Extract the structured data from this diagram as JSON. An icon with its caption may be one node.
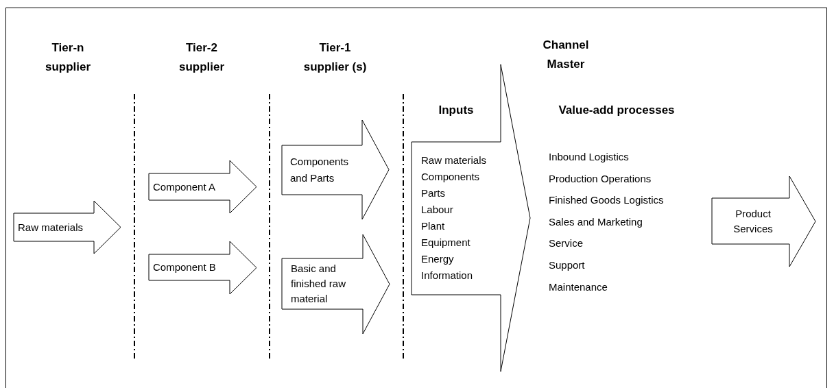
{
  "diagram": {
    "nodes": [
      {
        "text": [
          "Raw materials"
        ]
      },
      {
        "text": [
          "Component A"
        ]
      },
      {
        "text": [
          "Component B"
        ]
      },
      {
        "text": [
          "Components and Parts"
        ]
      },
      {
        "text": [
          "Basic and finished raw material"
        ]
      },
      {
        "text": [
          "Inputs",
          "Raw materials",
          "Components",
          "Parts",
          "Labour",
          "Plant",
          "Equipment",
          "Energy",
          "Information"
        ]
      },
      {
        "text": [
          "Product Services"
        ]
      }
    ],
    "labels": [
      "Tier-n supplier",
      "Tier-2 supplier",
      "Tier-1 supplier (s)",
      "Channel Master",
      "Value-add processes",
      "Inbound Logistics",
      "Production Operations",
      "Finished Goods Logistics",
      "Sales and Marketing",
      "Service",
      "Support",
      "Maintenance"
    ]
  }
}
